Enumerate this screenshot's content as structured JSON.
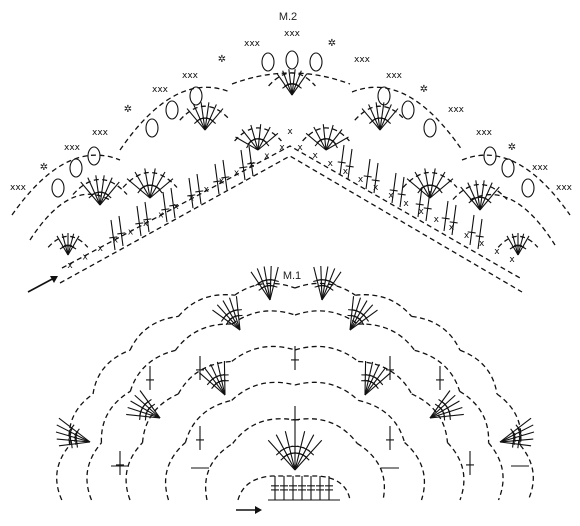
{
  "diagrams": [
    {
      "id": "m2",
      "label": "M.2"
    },
    {
      "id": "m1",
      "label": "M.1"
    }
  ],
  "symbols": {
    "single_crochet": "x",
    "picot": "✲",
    "start_arrow": "arrow-icon"
  }
}
